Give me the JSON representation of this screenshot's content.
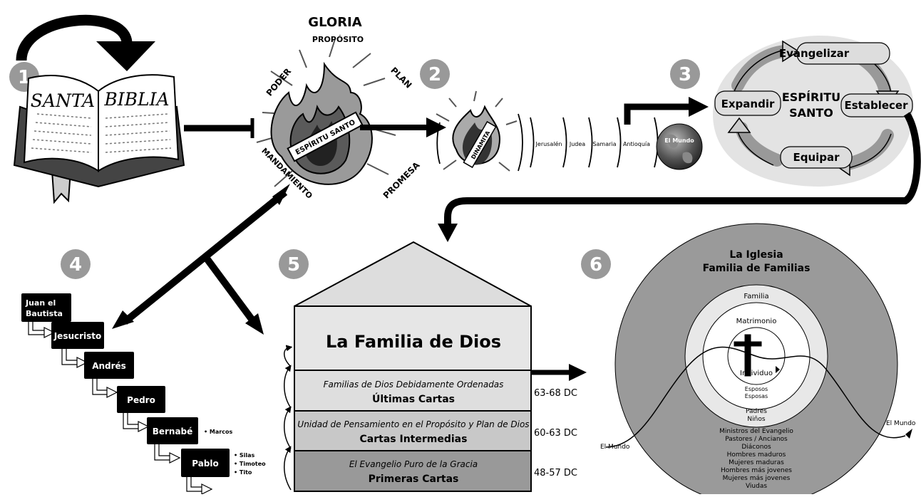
{
  "step_numbers": [
    "1",
    "2",
    "3",
    "4",
    "5",
    "6"
  ],
  "bible": {
    "title_left": "SANTA",
    "title_right": "BIBLIA"
  },
  "fire": {
    "top": "GLORIA",
    "proposito": "PROPÓSITO",
    "poder": "PODER",
    "plan": "PLAN",
    "mandamiento": "MANDAMIENTO",
    "promesa": "PROMESA",
    "center": "ESPÍRITU SANTO"
  },
  "mission": {
    "dynamite": "DINAMITA",
    "places": [
      "Jerusalén",
      "Judea",
      "Samaria",
      "Antioquía",
      "El Mundo"
    ]
  },
  "cycle": {
    "center_line1": "ESPÍRITU",
    "center_line2": "SANTO",
    "top": "Evangelizar",
    "right": "Establecer",
    "bottom": "Equipar",
    "left": "Expandir"
  },
  "lineage": {
    "names": [
      "Juan el\nBautista",
      "Jesucristo",
      "Andrés",
      "Pedro",
      "Bernabé",
      "Pablo"
    ],
    "bernabe_notes": [
      "• Marcos"
    ],
    "pablo_notes": [
      "• Silas",
      "• Timoteo",
      "• Tito"
    ]
  },
  "house": {
    "title": "La Familia de Dios",
    "rows": [
      {
        "subtitle": "Familias de Dios Debidamente Ordenadas",
        "title": "Últimas Cartas",
        "date": "63-68 DC"
      },
      {
        "subtitle": "Unidad de Pensamiento en el Propósito y Plan de Dios",
        "title": "Cartas Intermedias",
        "date": "60-63 DC"
      },
      {
        "subtitle": "El Evangelio Puro de la Gracia",
        "title": "Primeras Cartas",
        "date": "48-57 DC"
      }
    ]
  },
  "church": {
    "title_line1": "La Iglesia",
    "title_line2": "Familia de Familias",
    "ring_familia": "Familia",
    "ring_matrimonio": "Matrimonio",
    "individuo": "Individuo",
    "esposos": [
      "Esposos",
      "Esposas"
    ],
    "padres": [
      "Padres",
      "Niños"
    ],
    "ministries": [
      "Ministros del Evangelio",
      "Pastores / Ancianos",
      "Diáconos",
      "Hombres maduros",
      "Mujeres maduras",
      "Hombres más jovenes",
      "Mujeres más jovenes",
      "Viudas"
    ],
    "world_left": "El Mundo",
    "world_right": "El Mundo"
  }
}
